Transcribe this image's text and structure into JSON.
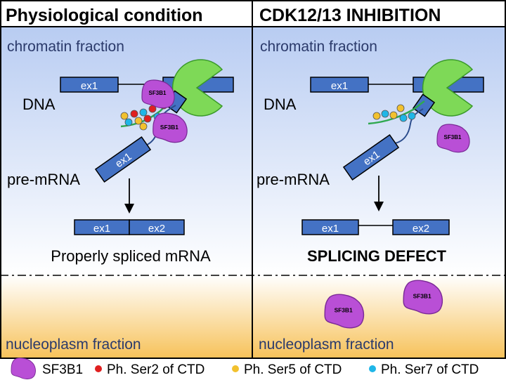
{
  "panels": {
    "left": {
      "header": "Physiological condition",
      "chromatin_label": "chromatin fraction",
      "dna_label": "DNA",
      "premrna_label": "pre-mRNA",
      "result_label": "Properly spliced mRNA",
      "nucleoplasm_label": "nucleoplasm fraction"
    },
    "right": {
      "header": "CDK12/13 INHIBITION",
      "chromatin_label": "chromatin fraction",
      "dna_label": "DNA",
      "premrna_label": "pre-mRNA",
      "result_label": "SPLICING DEFECT",
      "nucleoplasm_label": "nucleoplasm fraction"
    }
  },
  "exons": {
    "ex1": "ex1",
    "ex2": "ex2"
  },
  "protein_label": "SF3B1",
  "legend": {
    "sf3b1": "SF3B1",
    "ser2": "Ph. Ser2 of CTD",
    "ser5": "Ph. Ser5 of CTD",
    "ser7": "Ph. Ser7 of CTD"
  },
  "colors": {
    "exon": "#4472c4",
    "polymerase": "#7ed957",
    "sf3b1": "#b94fd6",
    "ser2": "#e02020",
    "ser5": "#f2c12e",
    "ser7": "#1fb6e8",
    "ctd_strand": "#2fa84f",
    "chromatin_top": "#b8ccf2",
    "nucleoplasm_bottom": "#f7c25a"
  }
}
